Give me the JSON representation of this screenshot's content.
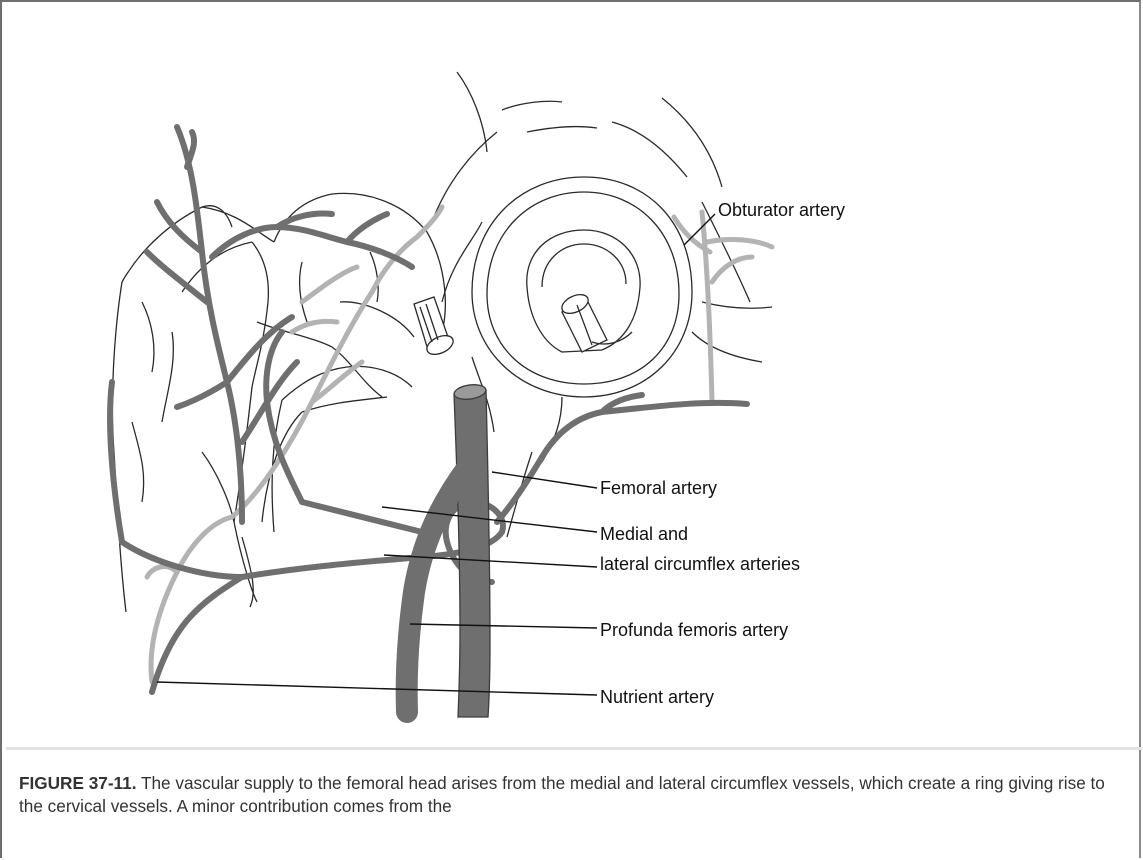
{
  "diagram": {
    "labels": {
      "obturator": "Obturator artery",
      "femoral": "Femoral artery",
      "circumflex_line1": "Medial and",
      "circumflex_line2": "lateral circumflex arteries",
      "profunda": "Profunda femoris artery",
      "nutrient": "Nutrient artery"
    },
    "colors": {
      "artery_dark": "#6f6f6f",
      "artery_light": "#b3b3b3",
      "line_art": "#2a2a2a",
      "leader_line": "#111111"
    }
  },
  "caption": {
    "figure_label": "FIGURE 37-11.",
    "text": " The vascular supply to the femoral head arises from the medial and lateral circumflex vessels, which create a ring giving rise to the cervical vessels. A minor contribution comes from the"
  }
}
